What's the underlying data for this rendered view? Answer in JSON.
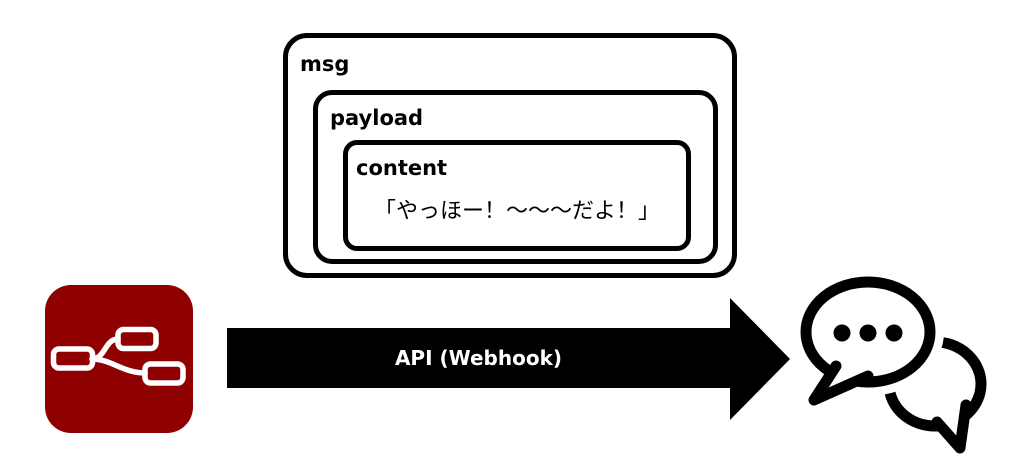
{
  "figure": {
    "background_color": "#ffffff",
    "msg_box": {
      "label": "msg"
    },
    "payload_box": {
      "label": "payload"
    },
    "content_box": {
      "label": "content",
      "value": "「やっほー！～～～だよ！」"
    },
    "arrow": {
      "label": "API (Webhook)",
      "fill_color": "#000000",
      "text_color": "#ffffff",
      "direction": "right"
    },
    "node_red_icon": {
      "name": "node-red-flow-icon",
      "brand_color": "#8F0000",
      "glyph_color": "#ffffff"
    },
    "chat_icon": {
      "name": "chat-bubbles-icon",
      "stroke_color": "#000000"
    }
  }
}
